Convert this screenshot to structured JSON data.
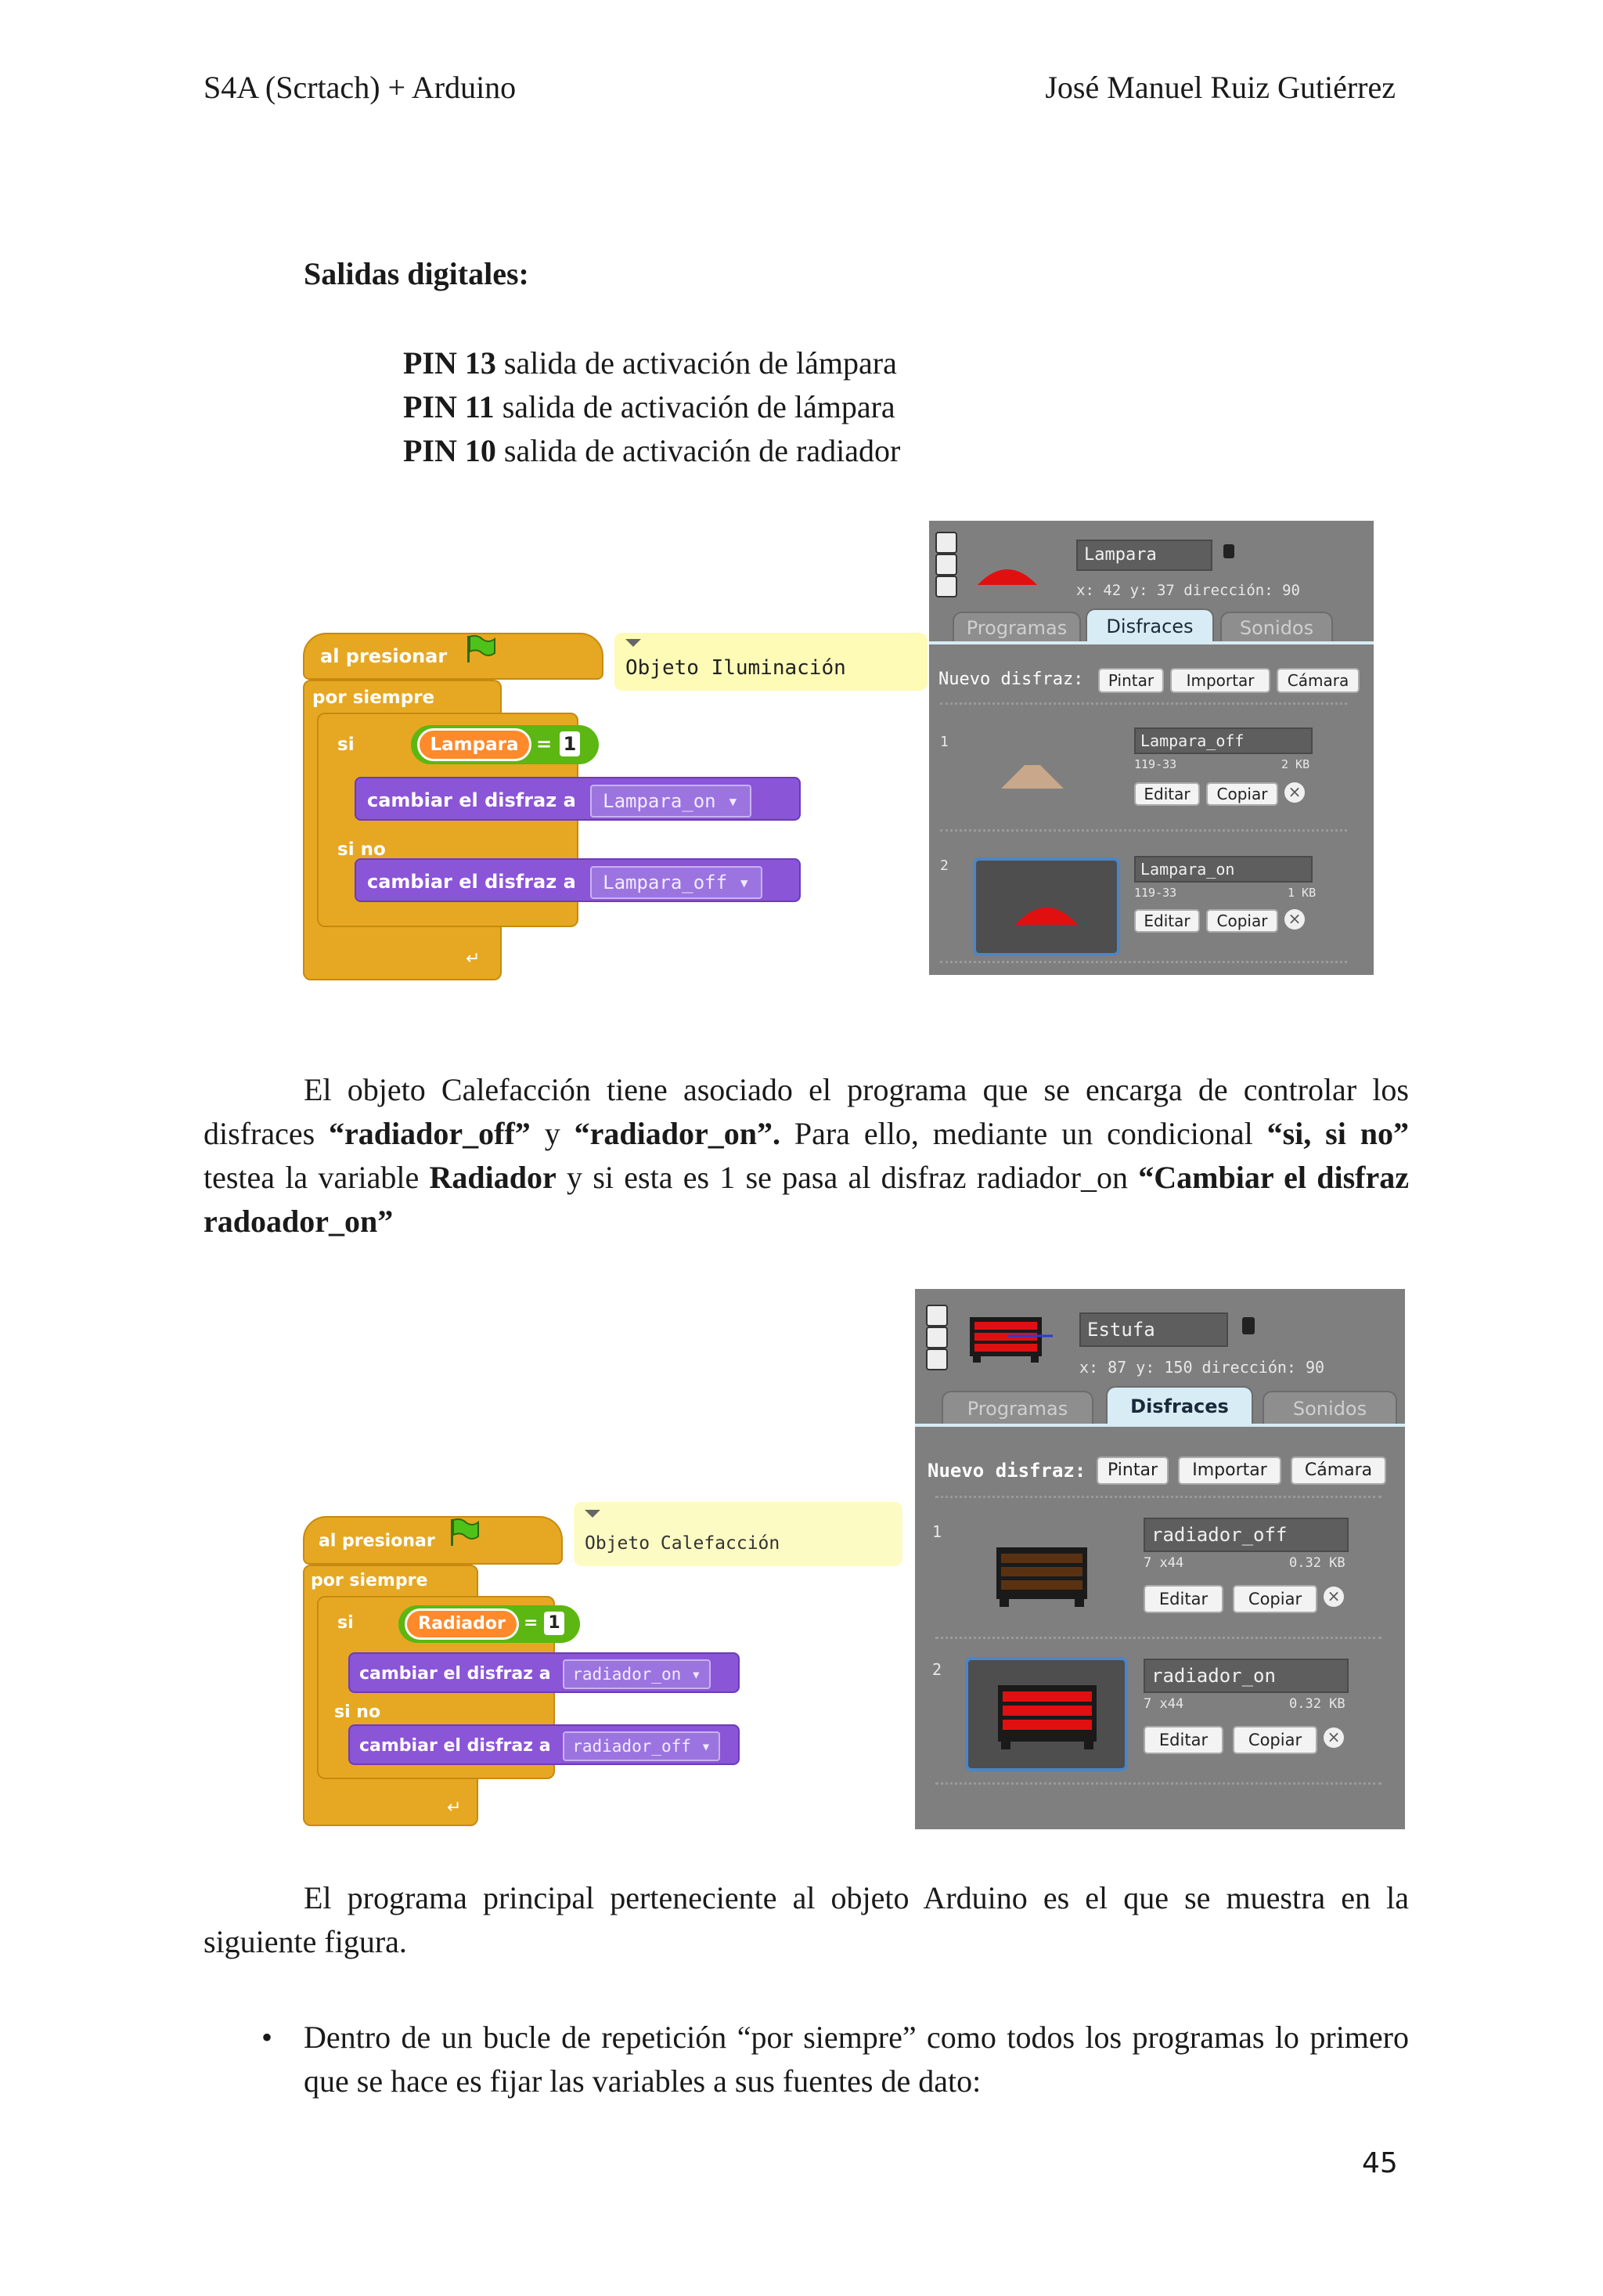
{
  "header": {
    "left": "S4A (Scrtach) + Arduino",
    "right": "José Manuel Ruiz Gutiérrez"
  },
  "section_title": "Salidas digitales:",
  "pins": [
    {
      "pin": "PIN 13",
      "desc": "salida de activación de lámpara"
    },
    {
      "pin": "PIN 11",
      "desc": "salida de activación de lámpara"
    },
    {
      "pin": "PIN 10",
      "desc": "salida de activación de radiador"
    }
  ],
  "figure1": {
    "hat_label": "al presionar",
    "forever_label": "por siempre",
    "if_label": "si",
    "else_label": "si no",
    "variable": "Lampara",
    "equals": "=",
    "value": "1",
    "action_label": "cambiar el disfraz a",
    "costume_on": "Lampara_on",
    "costume_off": "Lampara_off",
    "comment": "Objeto Iluminación",
    "sprite_name": "Lampara",
    "coords": "x: 42  y: 37  dirección: 90",
    "tabs": [
      "Programas",
      "Disfraces",
      "Sonidos"
    ],
    "new_costume_label": "Nuevo disfraz:",
    "buttons": [
      "Pintar",
      "Importar",
      "Cámara"
    ],
    "costumes": [
      {
        "index": "1",
        "name": "Lampara_off",
        "size": "119-33",
        "kb": "2 KB",
        "edit": "Editar",
        "copy": "Copiar"
      },
      {
        "index": "2",
        "name": "Lampara_on",
        "size": "119-33",
        "kb": "1 KB",
        "edit": "Editar",
        "copy": "Copiar"
      }
    ]
  },
  "paragraph1": {
    "p1": "El objeto Calefacción tiene asociado el programa que se encarga de controlar los disfraces ",
    "b1": "“radiador_off”",
    "p2": " y ",
    "b2": "“radiador_on”.",
    "p3": " Para ello, mediante un condicional ",
    "b3": "“si, si no”",
    "p4": " testea la variable ",
    "b4": "Radiador",
    "p5": " y si esta es 1 se pasa al disfraz radiador_on ",
    "b5": "“Cambiar el disfraz radoador_on”"
  },
  "figure2": {
    "hat_label": "al presionar",
    "forever_label": "por siempre",
    "if_label": "si",
    "else_label": "si no",
    "variable": "Radiador",
    "equals": "=",
    "value": "1",
    "action_label": "cambiar el disfraz a",
    "costume_on": "radiador_on",
    "costume_off": "radiador_off",
    "comment": "Objeto Calefacción",
    "sprite_name": "Estufa",
    "coords": "x: 87  y: 150  dirección: 90",
    "tabs": [
      "Programas",
      "Disfraces",
      "Sonidos"
    ],
    "new_costume_label": "Nuevo disfraz:",
    "buttons": [
      "Pintar",
      "Importar",
      "Cámara"
    ],
    "costumes": [
      {
        "index": "1",
        "name": "radiador_off",
        "size": "7 x44",
        "kb": "0.32 KB",
        "edit": "Editar",
        "copy": "Copiar"
      },
      {
        "index": "2",
        "name": "radiador_on",
        "size": "7 x44",
        "kb": "0.32 KB",
        "edit": "Editar",
        "copy": "Copiar"
      }
    ]
  },
  "paragraph2": "El programa principal perteneciente al objeto Arduino es el que se muestra en la siguiente figura.",
  "bullet1": "Dentro de un bucle de repetición “por siempre” como todos los programas lo primero que se hace es fijar las variables a sus fuentes de dato:",
  "page_number": "45",
  "colors": {
    "control": "#e6a822",
    "looks": "#8a55d7",
    "sensor": "#fe8a2b",
    "operator": "#5cb712",
    "lamp_on": "#e01010",
    "radiator_on": "#e01010",
    "radiator_off": "#5a3212"
  }
}
